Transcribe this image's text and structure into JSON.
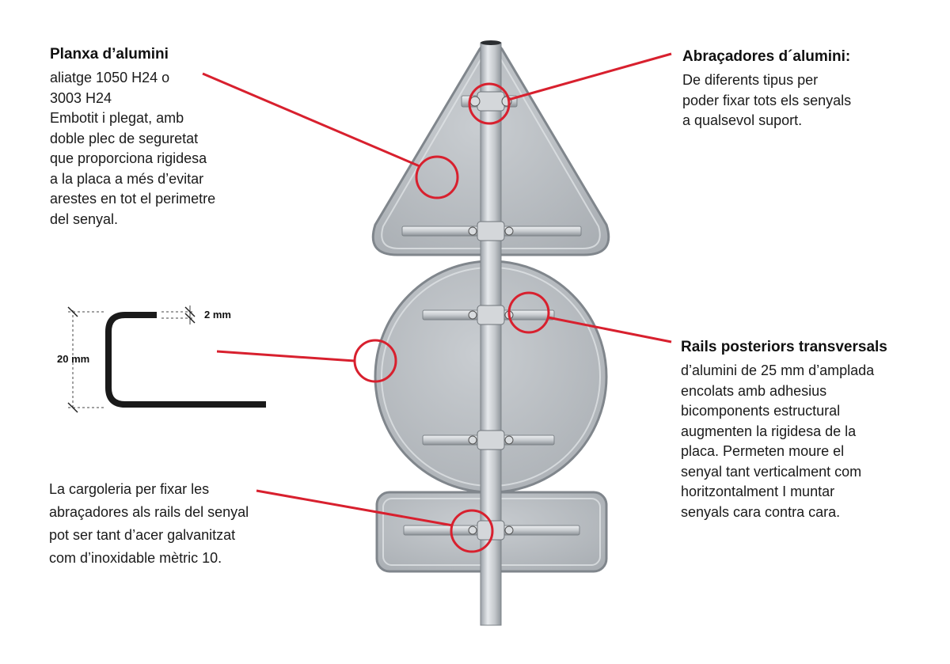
{
  "colors": {
    "accent": "#d8202e",
    "plate": "#b8bdc2",
    "plate_edge": "#8d9297",
    "pole": "#c4c8cc",
    "profile": "#1a1a1a"
  },
  "callouts": {
    "plate": {
      "title": "Planxa d’alumini",
      "lines": [
        "aliatge 1050 H24 o",
        "3003 H24",
        "Embotit i plegat, amb",
        "doble plec de seguretat",
        "que proporciona rigidesa",
        "a la placa a més d’evitar",
        "arestes en tot el perimetre",
        "del senyal."
      ]
    },
    "clamps": {
      "title": "Abraçadores d´alumini:",
      "lines": [
        "De diferents tipus per",
        "poder fixar tots els senyals",
        "a qualsevol suport."
      ]
    },
    "rails": {
      "title": "Rails posteriors transversals",
      "lines": [
        "d’alumini de 25 mm d’amplada",
        "encolats amb adhesius",
        "bicomponents estructural",
        "augmenten la  rigidesa de la",
        "placa.  Permeten moure el",
        "senyal tant verticalment com",
        "horitzontalment I muntar",
        "senyals cara contra cara."
      ]
    },
    "hardware": {
      "lines": [
        "La cargoleria per fixar les",
        "abraçadores als rails del senyal",
        "pot ser tant d’acer galvanitzat",
        "com d’inoxidable mètric 10."
      ]
    }
  },
  "profile": {
    "thickness_label": "2 mm",
    "height_label": "20 mm"
  }
}
